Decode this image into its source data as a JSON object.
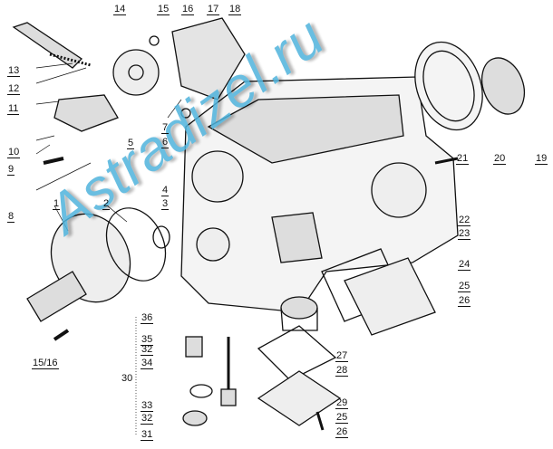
{
  "diagram": {
    "title": "Gearbox housing exploded view",
    "watermark": "Astradizel.ru",
    "labels": [
      "1",
      "2",
      "3",
      "4",
      "5",
      "6",
      "7",
      "8",
      "9",
      "10",
      "11",
      "12",
      "13",
      "14",
      "15",
      "16",
      "17",
      "18",
      "19",
      "20",
      "21",
      "22",
      "23",
      "24",
      "25",
      "26",
      "27",
      "28",
      "29",
      "30",
      "31",
      "32",
      "33",
      "34",
      "35",
      "36",
      "15/16",
      "25",
      "26",
      "32"
    ]
  }
}
